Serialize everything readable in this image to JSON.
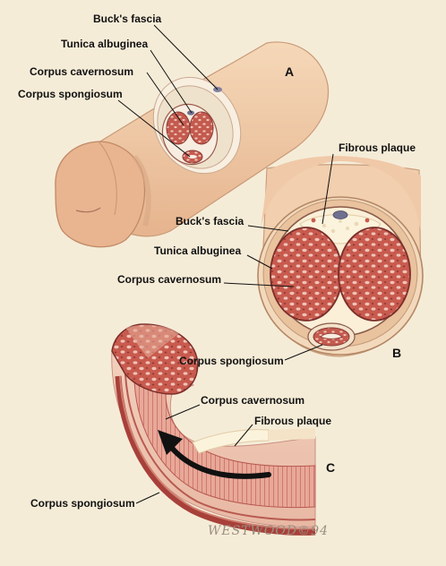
{
  "panels": {
    "a": "A",
    "b": "B",
    "c": "C"
  },
  "labels": {
    "a_bucks_fascia": "Buck's fascia",
    "a_tunica_albuginea": "Tunica albuginea",
    "a_corpus_cavernosum": "Corpus cavernosum",
    "a_corpus_spongiosum": "Corpus spongiosum",
    "b_fibrous_plaque": "Fibrous plaque",
    "b_bucks_fascia": "Buck's fascia",
    "b_tunica_albuginea": "Tunica albuginea",
    "b_corpus_cavernosum": "Corpus cavernosum",
    "b_corpus_spongiosum": "Corpus spongiosum",
    "c_corpus_cavernosum": "Corpus cavernosum",
    "c_fibrous_plaque": "Fibrous plaque",
    "c_corpus_spongiosum": "Corpus spongiosum"
  },
  "signature": "WESTWOOD©94",
  "colors": {
    "background": "#f5ecd8",
    "skin": "#f2ceaa",
    "tissue": "#c85a4e",
    "tissue_dark": "#a8403a",
    "plaque": "#fbf3dc",
    "arrow": "#111111"
  }
}
